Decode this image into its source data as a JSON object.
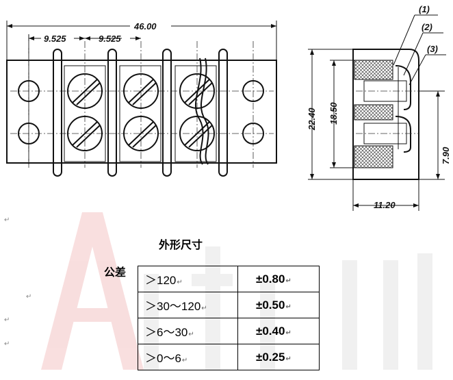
{
  "watermark": {
    "text": "Antron",
    "color": "#f2b8b8"
  },
  "diagram": {
    "dims": {
      "overall_width": "46.00",
      "pitch_1": "9.525",
      "pitch_2": "9.525",
      "height": "22.40",
      "inner_height": "18.50",
      "half_height": "7.90",
      "depth": "11.20"
    },
    "callouts": {
      "c1": "(1)",
      "c2": "(2)",
      "c3": "(3)"
    }
  },
  "section": {
    "title": "外形尺寸",
    "tolerance_label": "公差"
  },
  "tolerances": [
    {
      "range": "＞120",
      "value": "±0.80"
    },
    {
      "range": "＞30～120",
      "value": "±0.50"
    },
    {
      "range": "＞6～30",
      "value": "±0.40"
    },
    {
      "range": "＞0～6",
      "value": "±0.25"
    }
  ],
  "paragraph_mark": "↵"
}
